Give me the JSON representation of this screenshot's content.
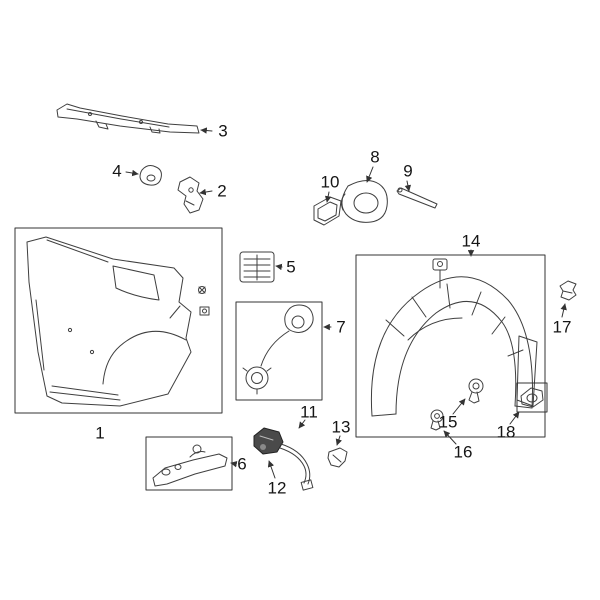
{
  "diagram": {
    "background_color": "#ffffff",
    "line_color": "#3f3f3f",
    "box_color": "#333333",
    "highlight_color": "#4a4a4a",
    "callouts": [
      {
        "num": "1"
      },
      {
        "num": "2"
      },
      {
        "num": "3"
      },
      {
        "num": "4"
      },
      {
        "num": "5"
      },
      {
        "num": "6"
      },
      {
        "num": "7"
      },
      {
        "num": "8"
      },
      {
        "num": "9"
      },
      {
        "num": "10"
      },
      {
        "num": "11"
      },
      {
        "num": "12"
      },
      {
        "num": "13"
      },
      {
        "num": "14"
      },
      {
        "num": "15"
      },
      {
        "num": "16"
      },
      {
        "num": "17"
      },
      {
        "num": "18"
      }
    ]
  }
}
